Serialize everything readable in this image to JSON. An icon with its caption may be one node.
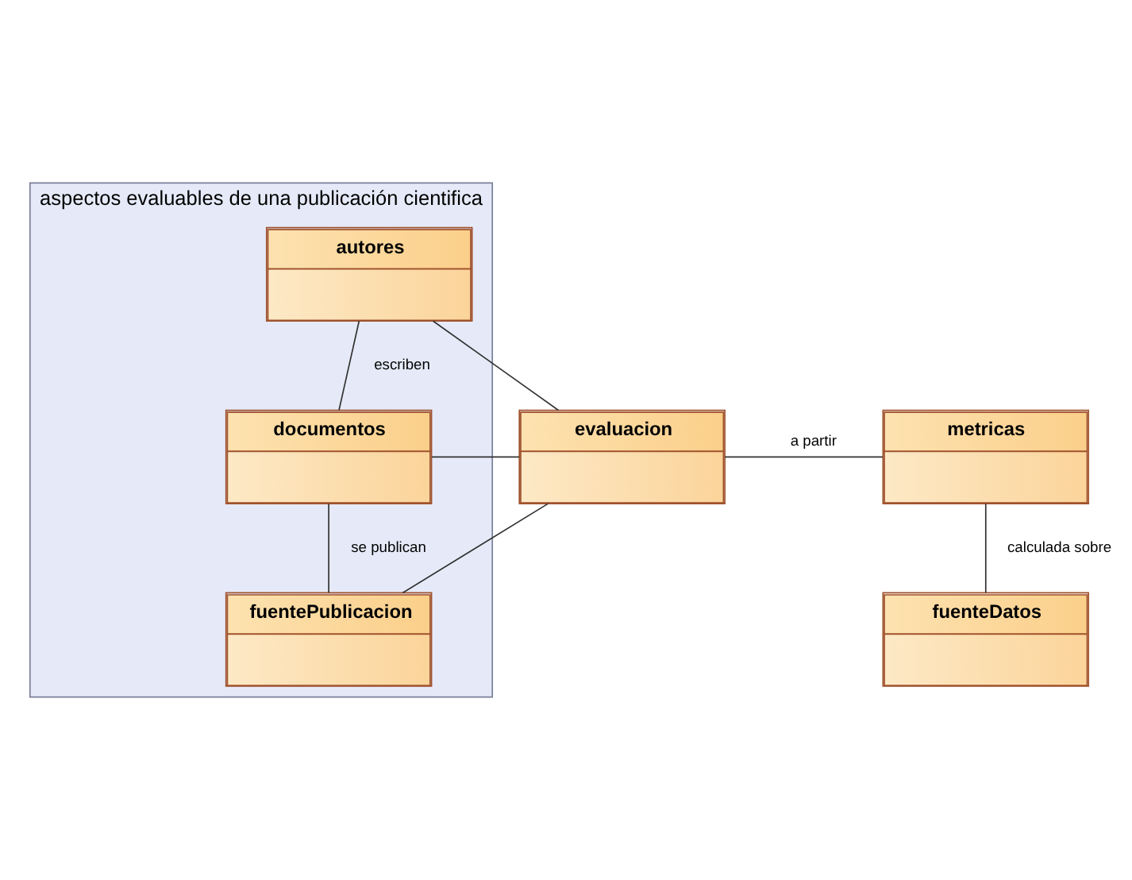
{
  "diagram": {
    "nodes": [
      {
        "text": [
          "aspectos evaluables de una publicación cientifica"
        ]
      },
      {
        "text": [
          "autores"
        ],
        "in": 0
      },
      {
        "text": [
          "documentos"
        ],
        "in": 0
      },
      {
        "text": [
          "fuentePublicacion"
        ],
        "in": 0
      },
      {
        "text": [
          "evaluacion"
        ]
      },
      {
        "text": [
          "metricas"
        ]
      },
      {
        "text": [
          "fuenteDatos"
        ]
      }
    ],
    "edges": [
      {
        "from": 1,
        "to": 2,
        "arrow": "none",
        "label": "escriben"
      },
      {
        "from": 2,
        "to": 3,
        "arrow": "none",
        "label": "se publican"
      },
      {
        "from": 1,
        "to": 4,
        "arrow": "none"
      },
      {
        "from": 2,
        "to": 4,
        "arrow": "none"
      },
      {
        "from": 3,
        "to": 4,
        "arrow": "none"
      },
      {
        "from": 4,
        "to": 5,
        "arrow": "none",
        "label": "a partir"
      },
      {
        "from": 5,
        "to": 6,
        "arrow": "none",
        "label": "calculada sobre"
      }
    ]
  }
}
